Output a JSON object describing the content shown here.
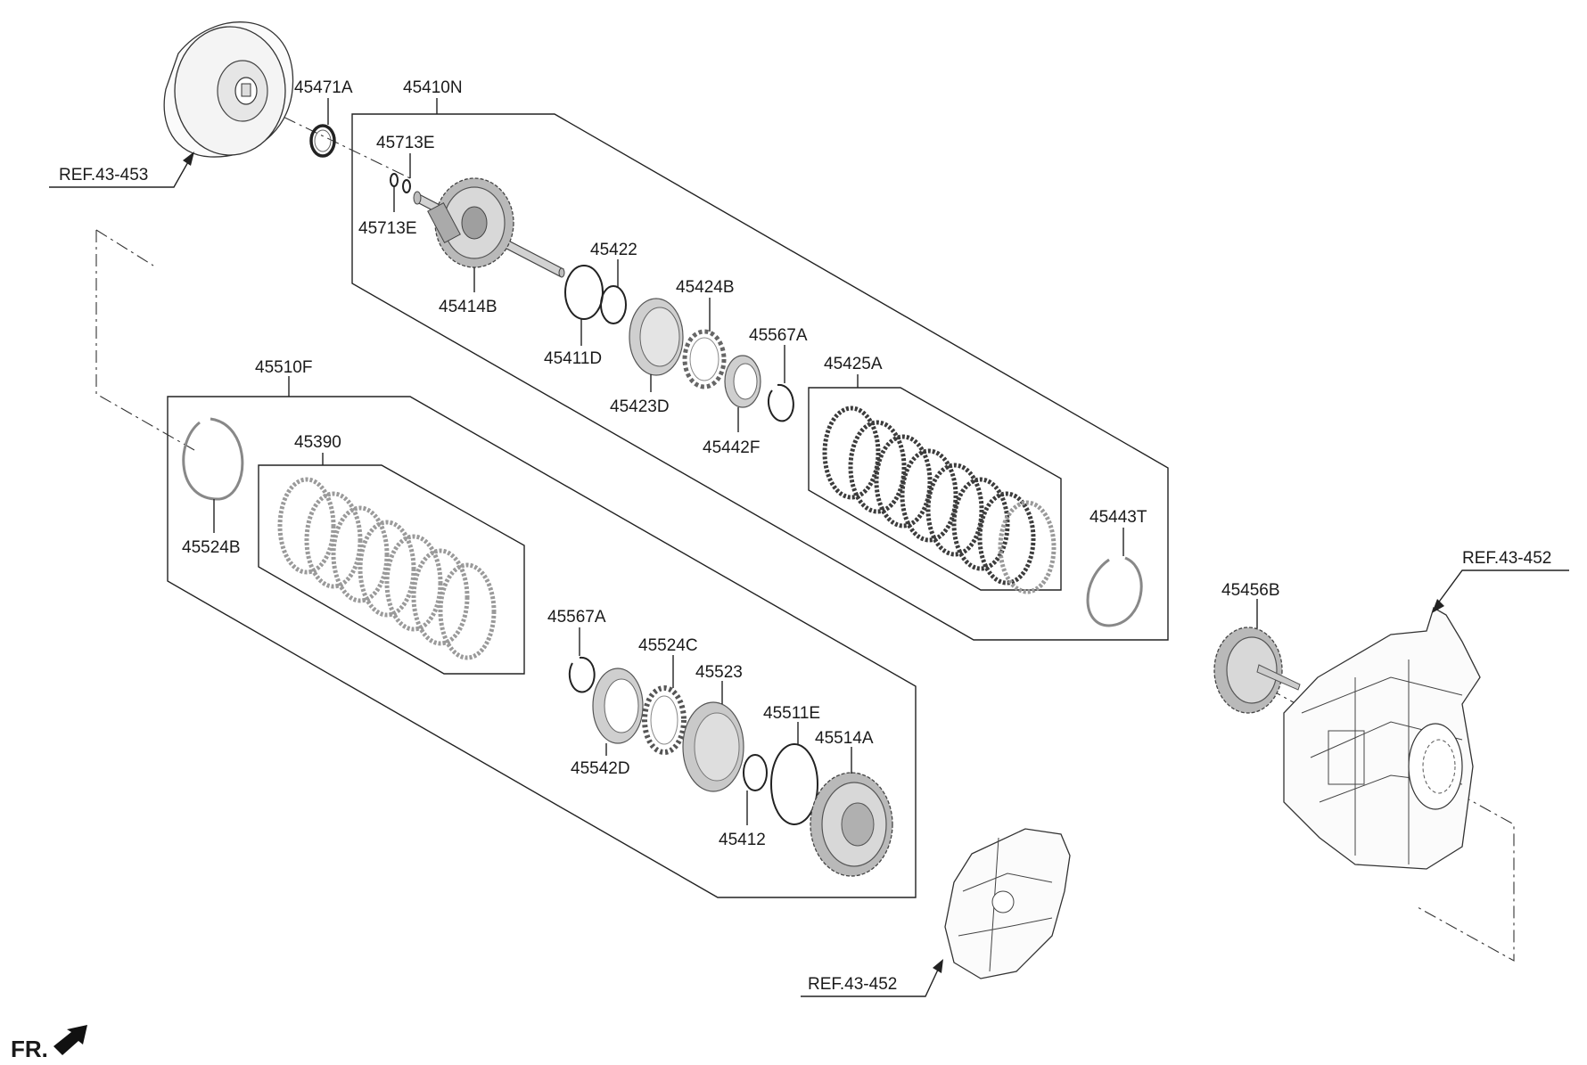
{
  "labels": {
    "p45471A": "45471A",
    "p45410N": "45410N",
    "p45713E_top": "45713E",
    "p45713E_bot": "45713E",
    "p45414B": "45414B",
    "p45422": "45422",
    "p45411D": "45411D",
    "p45424B": "45424B",
    "p45423D": "45423D",
    "p45567A_top": "45567A",
    "p45442F": "45442F",
    "p45425A": "45425A",
    "p45443T": "45443T",
    "p45510F": "45510F",
    "p45390": "45390",
    "p45524B": "45524B",
    "p45567A_bot": "45567A",
    "p45524C": "45524C",
    "p45523": "45523",
    "p45542D": "45542D",
    "p45511E": "45511E",
    "p45514A": "45514A",
    "p45412": "45412",
    "p45456B": "45456B"
  },
  "refs": {
    "ref_top_left": "REF.43-453",
    "ref_right": "REF.43-452",
    "ref_bottom": "REF.43-452"
  },
  "orientation": {
    "front_label": "FR."
  }
}
